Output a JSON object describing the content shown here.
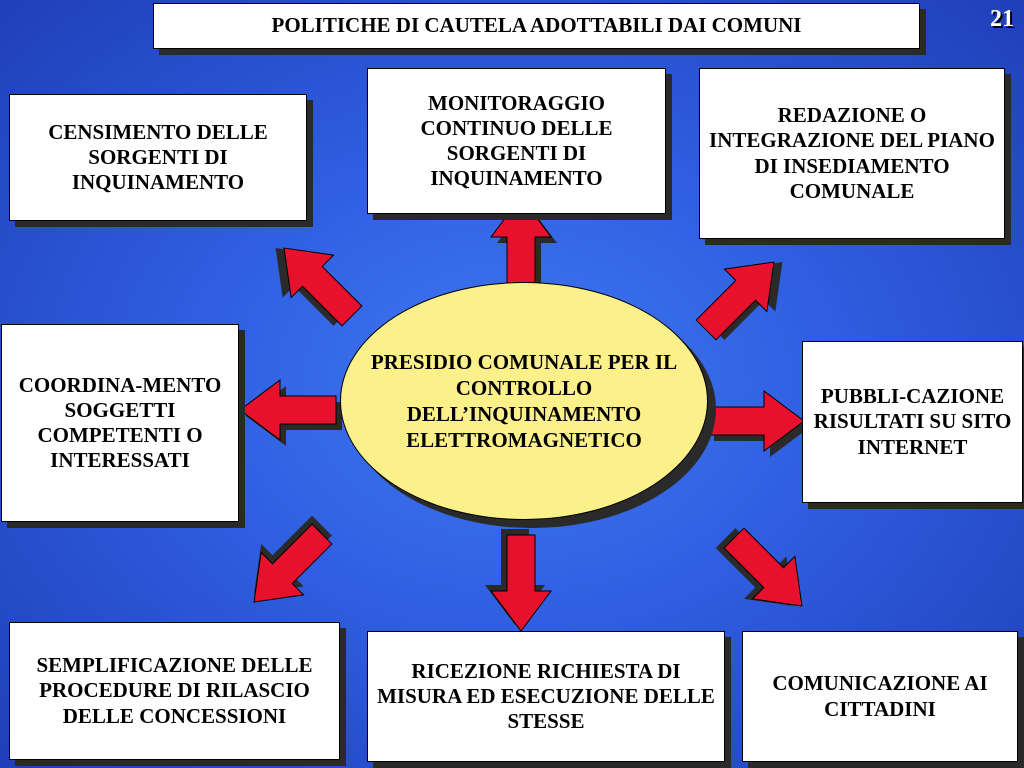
{
  "title": "POLITICHE DI CAUTELA ADOTTABILI DAI COMUNI",
  "page_number": "21",
  "center": "PRESIDIO COMUNALE PER IL CONTROLLO DELL’INQUINAMENTO ELETTROMAGNETICO",
  "boxes": {
    "censimento": "CENSIMENTO DELLE SORGENTI DI INQUINAMENTO",
    "monitoraggio": "MONITORAGGIO CONTINUO DELLE SORGENTI DI INQUINAMENTO",
    "redazione": "REDAZIONE O INTEGRAZIONE DEL PIANO DI INSEDIAMENTO COMUNALE",
    "coordinamento": "COORDINA-MENTO SOGGETTI COMPETENTI O INTERESSATI",
    "pubblicazione": "PUBBLI-CAZIONE RISULTATI SU SITO INTERNET",
    "semplificazione": "SEMPLIFICAZIONE DELLE PROCEDURE DI RILASCIO DELLE CONCESSIONI",
    "ricezione": "RICEZIONE RICHIESTA DI MISURA ED ESECUZIONE DELLE STESSE",
    "comunicazione": "COMUNICAZIONE AI CITTADINI"
  },
  "colors": {
    "background": "#2f5ee0",
    "arrow": "#e8112d",
    "ellipse": "#fbf08a",
    "box": "#ffffff"
  }
}
